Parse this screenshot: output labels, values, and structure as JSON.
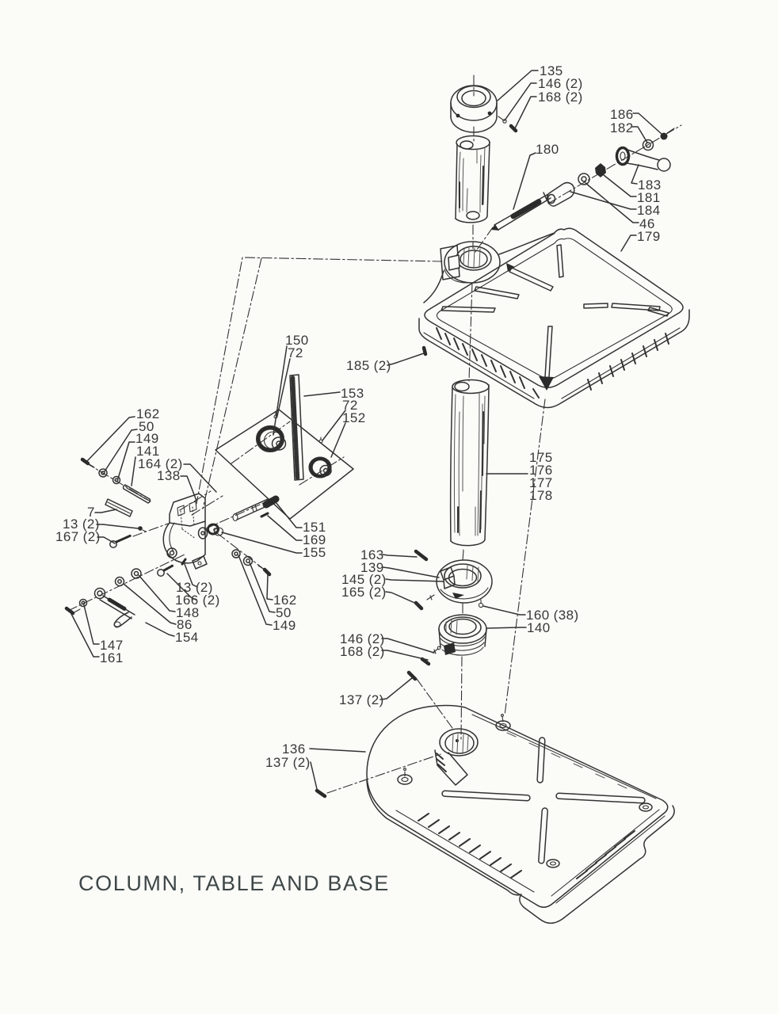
{
  "title": "COLUMN, TABLE AND BASE",
  "colors": {
    "ink": "#333333",
    "background": "#fbfbf8",
    "title_ink": "#3e4747"
  },
  "labels": [
    {
      "part": "135",
      "text": "135"
    },
    {
      "part": "146",
      "text": "146 (2)"
    },
    {
      "part": "168",
      "text": "168 (2)"
    },
    {
      "part": "186",
      "text": "186"
    },
    {
      "part": "182",
      "text": "182"
    },
    {
      "part": "180",
      "text": "180"
    },
    {
      "part": "183",
      "text": "183"
    },
    {
      "part": "181",
      "text": "181"
    },
    {
      "part": "184",
      "text": "184"
    },
    {
      "part": "46",
      "text": "46"
    },
    {
      "part": "179",
      "text": "179"
    },
    {
      "part": "150",
      "text": "150"
    },
    {
      "part": "72",
      "text": "72"
    },
    {
      "part": "185",
      "text": "185 (2)"
    },
    {
      "part": "153",
      "text": "153"
    },
    {
      "part": "72",
      "text": "72"
    },
    {
      "part": "152",
      "text": "152"
    },
    {
      "part": "162",
      "text": "162"
    },
    {
      "part": "50",
      "text": "50"
    },
    {
      "part": "149",
      "text": "149"
    },
    {
      "part": "141",
      "text": "141"
    },
    {
      "part": "164",
      "text": "164 (2)"
    },
    {
      "part": "138",
      "text": "138"
    },
    {
      "part": "175",
      "text": "175"
    },
    {
      "part": "176",
      "text": "176"
    },
    {
      "part": "177",
      "text": "177"
    },
    {
      "part": "178",
      "text": "178"
    },
    {
      "part": "7",
      "text": "7"
    },
    {
      "part": "13",
      "text": "13 (2)"
    },
    {
      "part": "167",
      "text": "167 (2)"
    },
    {
      "part": "151",
      "text": "151"
    },
    {
      "part": "169",
      "text": "169"
    },
    {
      "part": "155",
      "text": "155"
    },
    {
      "part": "163",
      "text": "163"
    },
    {
      "part": "139",
      "text": "139"
    },
    {
      "part": "145",
      "text": "145 (2)"
    },
    {
      "part": "165",
      "text": "165 (2)"
    },
    {
      "part": "13",
      "text": "13 (2)"
    },
    {
      "part": "166",
      "text": "166 (2)"
    },
    {
      "part": "148",
      "text": "148"
    },
    {
      "part": "86",
      "text": "86"
    },
    {
      "part": "154",
      "text": "154"
    },
    {
      "part": "162",
      "text": "162"
    },
    {
      "part": "50",
      "text": "50"
    },
    {
      "part": "149",
      "text": "149"
    },
    {
      "part": "160",
      "text": "160 (38)"
    },
    {
      "part": "140",
      "text": "140"
    },
    {
      "part": "147",
      "text": "147"
    },
    {
      "part": "161",
      "text": "161"
    },
    {
      "part": "146",
      "text": "146 (2)"
    },
    {
      "part": "168",
      "text": "168 (2)"
    },
    {
      "part": "137",
      "text": "137 (2)"
    },
    {
      "part": "136",
      "text": "136"
    },
    {
      "part": "137",
      "text": "137 (2)"
    }
  ]
}
